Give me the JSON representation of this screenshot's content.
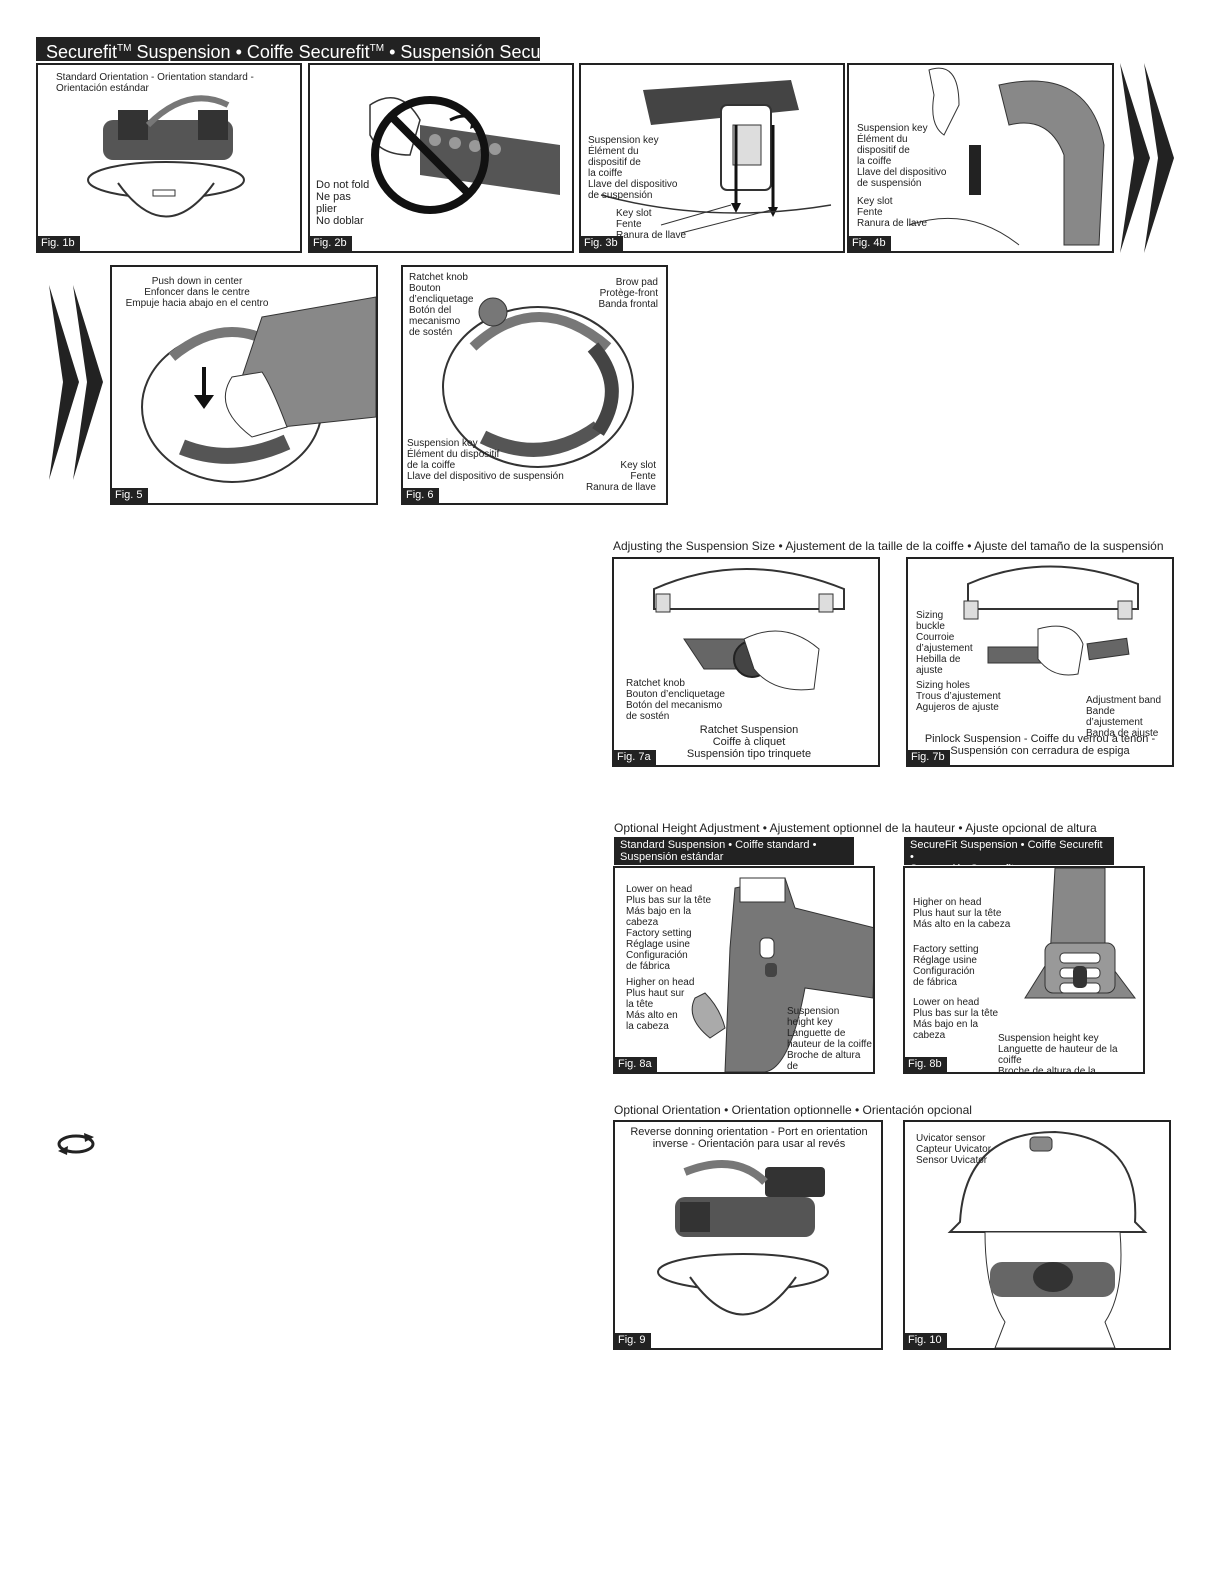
{
  "header": {
    "title_main": "Securefit",
    "title_tm": "TM",
    "title_mid": " Suspension • Coiffe Securefit",
    "title_mid_tm": "TM",
    "title_end": " • Suspensión Securefit",
    "title_end_tm": "TM"
  },
  "fig1b": {
    "label": "Fig. 1b",
    "caption": "Standard Orientation - Orientation standard -\nOrientación estándar"
  },
  "fig2b": {
    "label": "Fig. 2b",
    "note": "Do not fold\nNe pas\nplier\nNo doblar"
  },
  "fig3b": {
    "label": "Fig. 3b",
    "key": "Suspension key\nÉlément du\ndispositif de\nla coiffe\nLlave del dispositivo\nde suspensión",
    "slot": "Key slot\nFente\nRanura de llave"
  },
  "fig4b": {
    "label": "Fig. 4b",
    "key": "Suspension key\nÉlément du\ndispositif de\nla coiffe\nLlave del dispositivo\nde suspensión",
    "slot": "Key slot\nFente\nRanura de llave"
  },
  "fig5": {
    "label": "Fig. 5",
    "caption": "Push down in center\nEnfoncer dans le centre\nEmpuje hacia abajo en el centro"
  },
  "fig6": {
    "label": "Fig. 6",
    "ratchet": "Ratchet knob\nBouton\nd’encliquetage\nBotón del\nmecanismo\nde sostén",
    "brow": "Brow pad\nProtège-front\nBanda frontal",
    "key": "Suspension key\nÉlément du dispositif\nde la coiffe\nLlave del dispositivo de suspensión",
    "slot": "Key slot\nFente\nRanura de llave"
  },
  "adjust": {
    "heading": "Adjusting the Suspension Size  •  Ajustement de la taille de la coiffe  •  Ajuste del tamaño de la suspensión",
    "fig7a": {
      "label": "Fig. 7a",
      "ratchet": "Ratchet knob\nBouton d’encliquetage\nBotón del mecanismo\nde sostén",
      "caption": "Ratchet Suspension\nCoiffe à cliquet\nSuspensión tipo trinquete"
    },
    "fig7b": {
      "label": "Fig. 7b",
      "buckle": "Sizing\nbuckle\nCourroie\nd’ajustement\nHebilla de\najuste",
      "holes": "Sizing holes\nTrous d’ajustement\nAgujeros de ajuste",
      "band": "Adjustment band\nBande d’ajustement\nBanda de ajuste",
      "caption": "Pinlock Suspension - Coiffe du verrou à tenon -\nSuspensión con cerradura de espiga"
    }
  },
  "height": {
    "heading": "Optional Height Adjustment  •  Ajustement optionnel de la hauteur  •  Ajuste opcional de altura",
    "std_header": "Standard Suspension • Coiffe standard •\nSuspensión estándar",
    "sf_header": "SecureFit Suspension • Coiffe Securefit •\nSuspensión Securefit",
    "fig8a": {
      "label": "Fig. 8a",
      "lower": "Lower on head\nPlus bas sur la tête\nMás bajo en la\ncabeza\nFactory setting\nRéglage usine\nConfiguración\nde fábrica",
      "higher": "Higher on head\nPlus haut sur\nla tête\nMás alto en\nla cabeza",
      "key": "Suspension\nheight key\nLanguette de\nhauteur de la coiffe\nBroche de altura de\nla suspensión"
    },
    "fig8b": {
      "label": "Fig. 8b",
      "higher": "Higher on head\nPlus haut sur la tête\nMás alto en la cabeza",
      "factory": "Factory setting\nRéglage usine\nConfiguración\nde fábrica",
      "lower": "Lower on head\nPlus bas sur la tête\nMás bajo en la\ncabeza",
      "key": "Suspension height key\nLanguette de hauteur de la coiffe\nBroche de altura de la suspensión"
    }
  },
  "orientation": {
    "heading": "Optional Orientation  •  Orientation optionnelle  •  Orientación opcional",
    "fig9": {
      "label": "Fig. 9",
      "caption": "Reverse donning orientation - Port en orientation\ninverse  - Orientación para usar al revés"
    },
    "fig10": {
      "label": "Fig. 10",
      "sensor": "Uvicator sensor\nCapteur Uvicator\nSensor Uvicator"
    }
  },
  "icons": {
    "rotate": "rotate-arrows-icon"
  }
}
